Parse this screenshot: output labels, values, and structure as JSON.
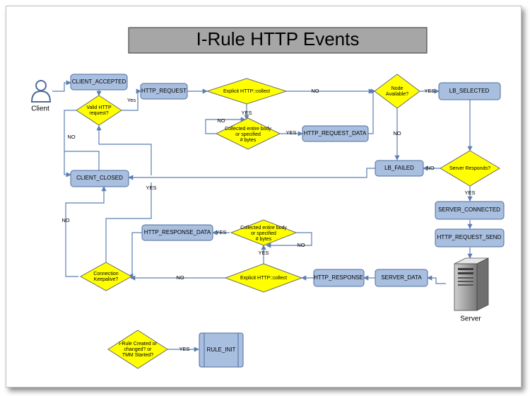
{
  "title": "I-Rule HTTP Events",
  "actors": {
    "client": "Client",
    "server": "Server"
  },
  "events": {
    "client_accepted": "CLIENT_ACCEPTED",
    "http_request": "HTTP_REQUEST",
    "lb_selected": "LB_SELECTED",
    "http_request_data": "HTTP_REQUEST_DATA",
    "lb_failed": "LB_FAILED",
    "client_closed": "CLIENT_CLOSED",
    "server_connected": "SERVER_CONNECTED",
    "http_request_send": "HTTP_REQUEST_SEND",
    "http_response_data": "HTTP_RESPONSE_DATA",
    "http_response": "HTTP_RESPONSE",
    "server_data": "SERVER_DATA",
    "rule_init": "RULE_INIT"
  },
  "decisions": {
    "valid_http": [
      "Valid HTTP",
      "request?"
    ],
    "explicit_collect_req": [
      "Explicit HTTP::collect"
    ],
    "collected_req": [
      "Collected entire body",
      "or specified",
      "# bytes"
    ],
    "node_available": [
      "Node",
      "Available?"
    ],
    "server_responds": [
      "Server Responds?"
    ],
    "collected_resp": [
      "Collected entire body",
      "or specified",
      "# bytes"
    ],
    "explicit_collect_resp": [
      "Explicit HTTP::collect"
    ],
    "connection_keepalive": [
      "Connection",
      "Keepalive?"
    ],
    "irule_created": [
      "I-Rule Created or",
      "changed? or",
      "TMM Started?"
    ]
  },
  "edge_labels": {
    "yes_valid": "Yes",
    "no_valid": "NO",
    "no_collect_req": "NO",
    "yes_collect_req": "YES",
    "no_loop_req": "NO",
    "yes_collected_req": "YES",
    "yes_node": "YES",
    "no_node": "NO",
    "no_server": "NO",
    "yes_server": "YES",
    "yes_keepalive": "YES",
    "no_keepalive": "NO",
    "yes_collected_resp": "YES",
    "no_loop_resp": "NO",
    "yes_collect_resp": "YES",
    "no_collect_resp": "NO",
    "yes_init": "YES"
  },
  "colors": {
    "event_fill": "#a9bfe0",
    "decision_fill": "#ffff00",
    "title_fill": "#a6a6a6",
    "connector": "#5b7fb3"
  }
}
